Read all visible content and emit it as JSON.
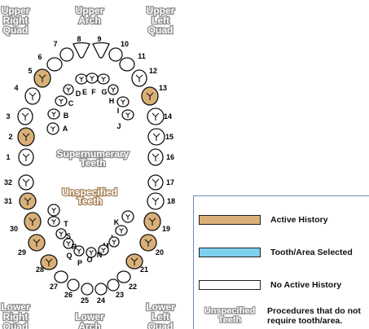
{
  "colors": {
    "active_history": "#d8b078",
    "selected": "#7fd0ee",
    "no_history": "#ffffff"
  },
  "quadrant_labels": {
    "upper_right": [
      "Upper",
      "Right",
      "Quad"
    ],
    "upper_arch": [
      "Upper",
      "Arch"
    ],
    "upper_left": [
      "Upper",
      "Left",
      "Quad"
    ],
    "lower_right": [
      "Lower",
      "Right",
      "Quad"
    ],
    "lower_arch": [
      "Lower",
      "Arch"
    ],
    "lower_left": [
      "Lower",
      "Left",
      "Quad"
    ]
  },
  "center_labels": {
    "supernumerary": [
      "Supernumerary",
      "Teeth"
    ],
    "unspecified": [
      "Unspecified",
      "Teeth"
    ]
  },
  "teeth": [
    {
      "label": "1",
      "status": "none"
    },
    {
      "label": "2",
      "status": "active"
    },
    {
      "label": "3",
      "status": "none"
    },
    {
      "label": "4",
      "status": "none"
    },
    {
      "label": "5",
      "status": "active"
    },
    {
      "label": "6",
      "status": "none"
    },
    {
      "label": "7",
      "status": "none"
    },
    {
      "label": "8",
      "status": "none"
    },
    {
      "label": "9",
      "status": "none"
    },
    {
      "label": "10",
      "status": "none"
    },
    {
      "label": "11",
      "status": "none"
    },
    {
      "label": "12",
      "status": "none"
    },
    {
      "label": "13",
      "status": "active"
    },
    {
      "label": "14",
      "status": "none"
    },
    {
      "label": "15",
      "status": "none"
    },
    {
      "label": "16",
      "status": "none"
    },
    {
      "label": "17",
      "status": "none"
    },
    {
      "label": "18",
      "status": "none"
    },
    {
      "label": "19",
      "status": "active"
    },
    {
      "label": "20",
      "status": "active"
    },
    {
      "label": "21",
      "status": "active"
    },
    {
      "label": "22",
      "status": "none"
    },
    {
      "label": "23",
      "status": "none"
    },
    {
      "label": "24",
      "status": "none"
    },
    {
      "label": "25",
      "status": "none"
    },
    {
      "label": "26",
      "status": "none"
    },
    {
      "label": "27",
      "status": "none"
    },
    {
      "label": "28",
      "status": "active"
    },
    {
      "label": "29",
      "status": "active"
    },
    {
      "label": "30",
      "status": "active"
    },
    {
      "label": "31",
      "status": "active"
    },
    {
      "label": "32",
      "status": "none"
    },
    {
      "label": "A",
      "status": "none"
    },
    {
      "label": "B",
      "status": "none"
    },
    {
      "label": "C",
      "status": "none"
    },
    {
      "label": "D",
      "status": "none"
    },
    {
      "label": "E",
      "status": "none"
    },
    {
      "label": "F",
      "status": "none"
    },
    {
      "label": "G",
      "status": "none"
    },
    {
      "label": "H",
      "status": "none"
    },
    {
      "label": "I",
      "status": "none"
    },
    {
      "label": "J",
      "status": "none"
    },
    {
      "label": "K",
      "status": "none"
    },
    {
      "label": "L",
      "status": "none"
    },
    {
      "label": "M",
      "status": "none"
    },
    {
      "label": "N",
      "status": "none"
    },
    {
      "label": "O",
      "status": "none"
    },
    {
      "label": "P",
      "status": "none"
    },
    {
      "label": "Q",
      "status": "none"
    },
    {
      "label": "R",
      "status": "none"
    },
    {
      "label": "S",
      "status": "none"
    },
    {
      "label": "T",
      "status": "none"
    }
  ],
  "legend": {
    "active_history": "Active History",
    "selected": "Tooth/Area Selected",
    "no_history": "No Active History",
    "unspecified_swatch": [
      "Unspecified",
      "Teeth"
    ],
    "unspecified_desc": [
      "Procedures that do not",
      "require tooth/area."
    ]
  }
}
